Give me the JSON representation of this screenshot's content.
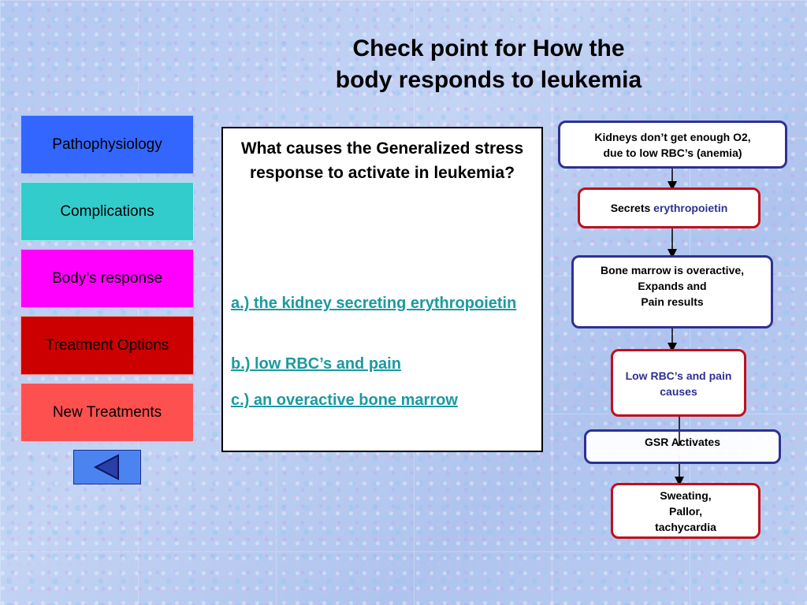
{
  "title": {
    "line1": "Check point for How the",
    "line2": "body responds to leukemia"
  },
  "nav": [
    {
      "label": "Pathophysiology",
      "color": "#3366ff"
    },
    {
      "label": "Complications",
      "color": "#33cccc"
    },
    {
      "label": "Body’s response",
      "color": "#ff00ff"
    },
    {
      "label": "Treatment Options",
      "color": "#cc0000"
    },
    {
      "label": "New Treatments",
      "color": "#ff5050"
    }
  ],
  "back_button": {
    "icon": "triangle-left-icon"
  },
  "question": {
    "text": "What causes the Generalized stress response to activate in leukemia?",
    "answers": [
      "a.) the kidney secreting erythropoietin",
      "b.) low RBC’s and pain",
      "c.) an overactive bone marrow"
    ]
  },
  "flow": {
    "step1": {
      "line1": "Kidneys don’t get enough O2,",
      "line2": "due to low RBC’s (anemia)"
    },
    "step2": {
      "prefix": "Secrets ",
      "highlight": "erythropoietin"
    },
    "step3": {
      "line1": "Bone marrow is overactive,",
      "line2": "Expands and",
      "line3": "Pain results"
    },
    "step4": {
      "line1": "Low RBC’s and pain",
      "line2": "causes"
    },
    "step5": {
      "text": "GSR Activates"
    },
    "step6": {
      "line1": "Sweating,",
      "line2": "Pallor,",
      "line3": "tachycardia"
    }
  },
  "colors": {
    "flow_blue": "#2e3192",
    "flow_red": "#c0101a",
    "answer_link": "#1b9aa0"
  }
}
